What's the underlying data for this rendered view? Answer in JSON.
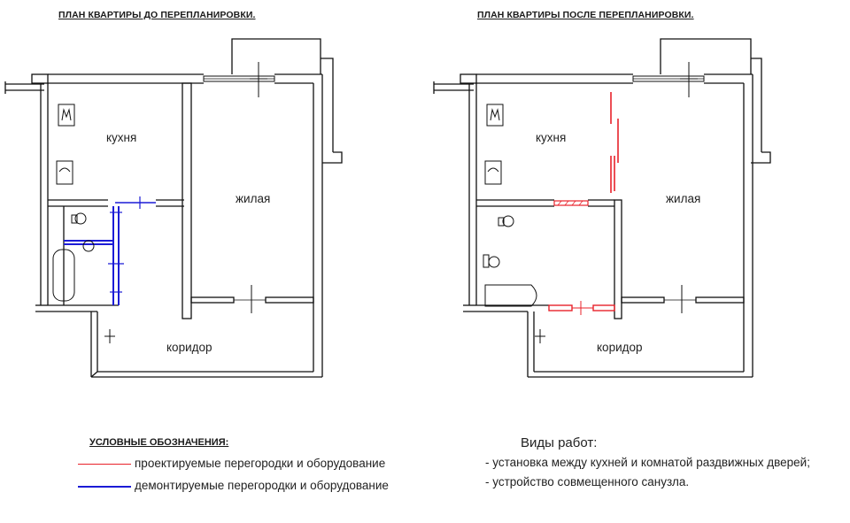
{
  "plans": {
    "before": {
      "title": "ПЛАН КВАРТИРЫ ДО ПЕРЕПЛАНИРОВКИ.",
      "rooms": {
        "kitchen": "кухня",
        "living": "жилая",
        "corridor": "коридор"
      }
    },
    "after": {
      "title": "ПЛАН КВАРТИРЫ ПОСЛЕ ПЕРЕПЛАНИРОВКИ.",
      "rooms": {
        "kitchen": "кухня",
        "living": "жилая",
        "corridor": "коридор"
      }
    }
  },
  "legend": {
    "heading": "УСЛОВНЫЕ ОБОЗНАЧЕНИЯ:",
    "items": [
      {
        "label": "проектируемые перегородки и оборудование",
        "color": "#e8212a"
      },
      {
        "label": "демонтируемые перегородки и оборудование",
        "color": "#1b1bd6"
      }
    ]
  },
  "works": {
    "heading": "Виды работ:",
    "items": [
      "- установка между кухней и комнатой раздвижных дверей;",
      "- устройство совмещенного санузла."
    ]
  },
  "colors": {
    "wall": "#111111",
    "new": "#e8212a",
    "removed": "#1b1bd6"
  }
}
